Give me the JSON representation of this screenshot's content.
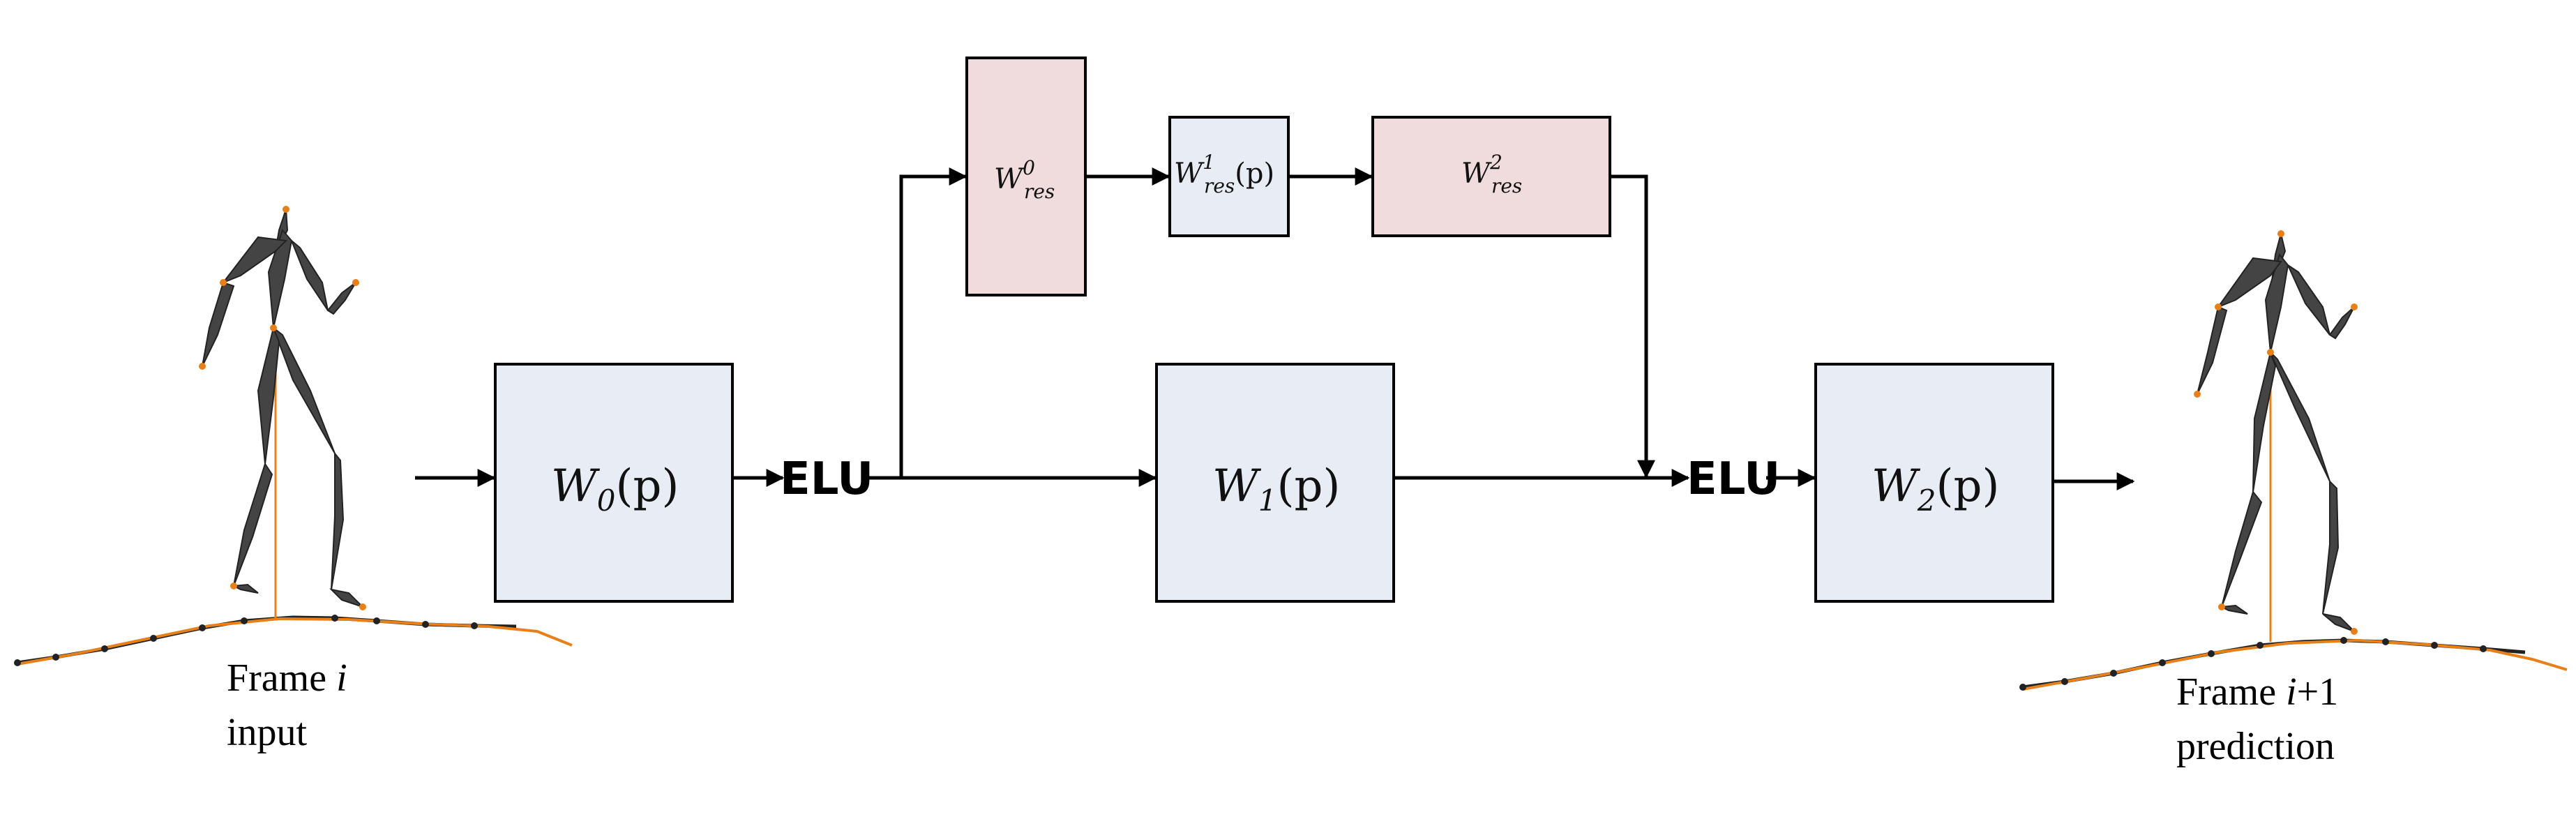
{
  "blocks": {
    "w0": {
      "base": "W",
      "sub": "0",
      "arg": "(p)"
    },
    "w1": {
      "base": "W",
      "sub": "1",
      "arg": "(p)"
    },
    "w2": {
      "base": "W",
      "sub": "2",
      "arg": "(p)"
    },
    "res0": {
      "base": "W",
      "sup": "0",
      "sub": "res",
      "arg": ""
    },
    "res1": {
      "base": "W",
      "sup": "1",
      "sub": "res",
      "arg": "(p)"
    },
    "res2": {
      "base": "W",
      "sup": "2",
      "sub": "res",
      "arg": ""
    }
  },
  "activations": {
    "elu_first": "ELU",
    "elu_second": "ELU"
  },
  "captions": {
    "input_frame_word": "Frame ",
    "input_frame_var": "i",
    "input_line2": "input",
    "output_frame_word": "Frame ",
    "output_frame_var": "i",
    "output_frame_suffix": "+1",
    "output_line2": "prediction"
  },
  "colors": {
    "block_fill_blue": "#e8edf5",
    "block_fill_pink": "#f0dcdc",
    "stroke": "#000000",
    "skeleton_orange": "#e8801a",
    "skeleton_dark": "#333333"
  }
}
